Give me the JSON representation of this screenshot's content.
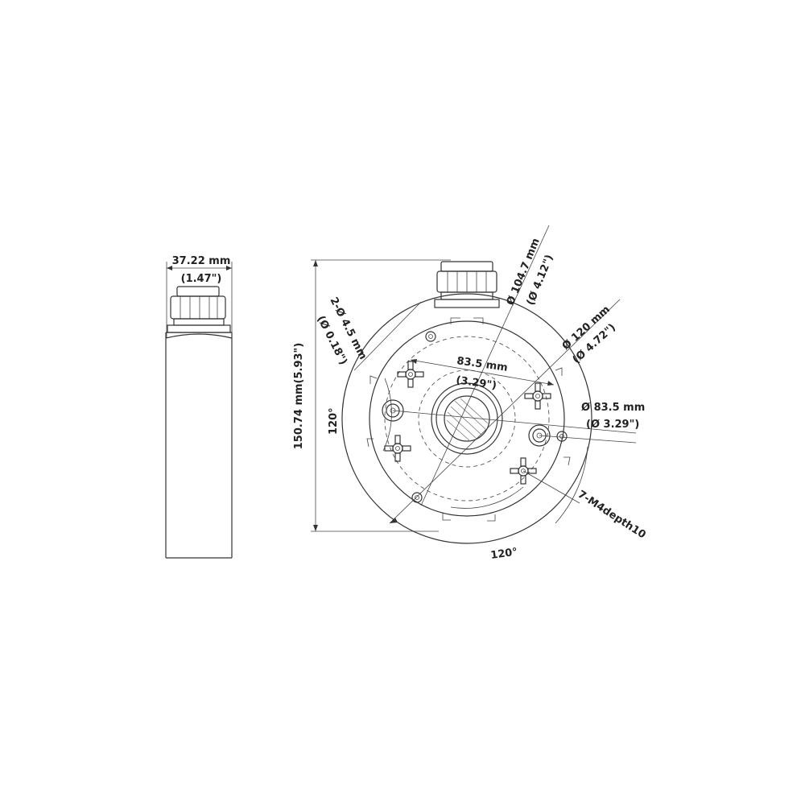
{
  "side_view": {
    "width_mm": "37.22 mm",
    "width_in": "(1.47\")"
  },
  "top_view": {
    "height": "150.74 mm(5.93\")",
    "hole_count_diameter": "2-Ø 4.5 mm",
    "hole_diameter_in": "(Ø 0.18\")",
    "inner_circle_mm": "Ø 104.7 mm",
    "inner_circle_in": "(Ø 4.12\")",
    "outer_circle_mm": "Ø 120 mm",
    "outer_circle_in": "(Ø 4.72\")",
    "hole_spacing_mm": "83.5 mm",
    "hole_spacing_in": "(3.29\")",
    "bolt_circle_mm": "Ø 83.5 mm",
    "bolt_circle_in": "(Ø 3.29\")",
    "angle_left": "120°",
    "angle_bottom": "120°",
    "thread_spec": "7-M4depth10"
  },
  "colors": {
    "line": "#333333",
    "text": "#222222",
    "background": "#ffffff"
  }
}
